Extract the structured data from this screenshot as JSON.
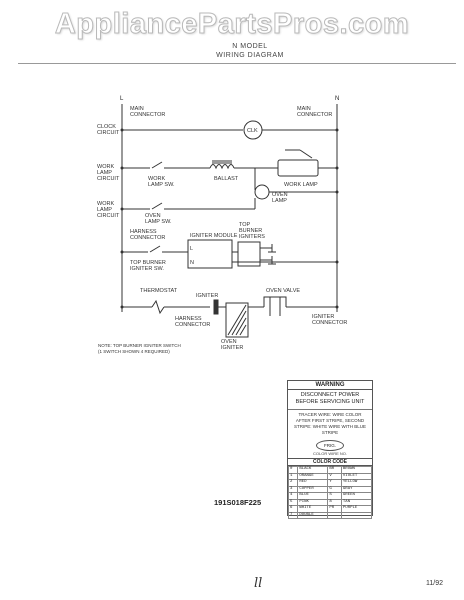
{
  "watermark": "AppliancePartsPros.com",
  "header": {
    "line1": "N MODEL",
    "line2": "WIRING DIAGRAM"
  },
  "diagram": {
    "l_label": "L",
    "n_label": "N",
    "main_connector_left": [
      "MAIN",
      "CONNECTOR"
    ],
    "main_connector_right": [
      "MAIN",
      "CONNECTOR"
    ],
    "clock_circuit": [
      "CLOCK",
      "CIRCUIT"
    ],
    "clk": "CLK",
    "work_lamp_circuit": [
      "WORK",
      "LAMP",
      "CIRCUIT"
    ],
    "ballast": "BALLAST",
    "work_lamp_sw": [
      "WORK",
      "LAMP SW."
    ],
    "work_lamp": "WORK LAMP",
    "oven_lamp": [
      "OVEN",
      "LAMP"
    ],
    "work_lamp_circuit2": [
      "WORK",
      "LAMP",
      "CIRCUIT"
    ],
    "oven_lamp_sw": [
      "OVEN",
      "LAMP SW."
    ],
    "harness_connector": [
      "HARNESS",
      "CONNECTOR"
    ],
    "igniter_module": "IGNITER MODULE",
    "top_burner_igniters": [
      "TOP",
      "BURNER",
      "IGNITERS"
    ],
    "top_burner_igniter_sw": [
      "TOP BURNER",
      "IGNITER SW."
    ],
    "l_term": "L",
    "n_term": "N",
    "thermostat": "THERMOSTAT",
    "igniter_label": "IGNITER",
    "oven_valve": "OVEN VALVE",
    "harness_connector2": [
      "HARNESS",
      "CONNECTOR"
    ],
    "oven_igniter": [
      "OVEN",
      "IGNITER"
    ],
    "igniter_connector": [
      "IGNITER",
      "CONNECTOR"
    ],
    "note": [
      "NOTE: TOP BURNER IGNITER SWITCH",
      "(1 SWITCH SHOWN 4 REQUIRED)"
    ]
  },
  "warning": {
    "title": "WARNING",
    "text": "DISCONNECT POWER BEFORE SERVICING UNIT",
    "sub": "TRACER WIRE: WIRE COLOR AFTER FIRST STRIPE, SECOND STRIPE: WHITE WIRE WITH BLUE STRIPE",
    "logo": "FRIG.",
    "logo_sub": "COLOR WIRE NO.",
    "color_code_title": "COLOR CODE",
    "colors": [
      [
        "0",
        "BLACK",
        "BR",
        "BROWN"
      ],
      [
        "1",
        "ORANGE",
        "V",
        "VIOLET"
      ],
      [
        "2",
        "RED",
        "Y",
        "YELLOW"
      ],
      [
        "3",
        "COPPER",
        "G",
        "GRAY"
      ],
      [
        "4",
        "BLUE",
        "S",
        "GREEN"
      ],
      [
        "5",
        "PINK",
        "8",
        "TAN"
      ],
      [
        "6",
        "WHITE",
        "PR",
        "PURPLE"
      ],
      [
        "7",
        "DOUBLE",
        "",
        ""
      ]
    ]
  },
  "part_number": "191S018F225",
  "signature": "ll",
  "date": "11/92"
}
